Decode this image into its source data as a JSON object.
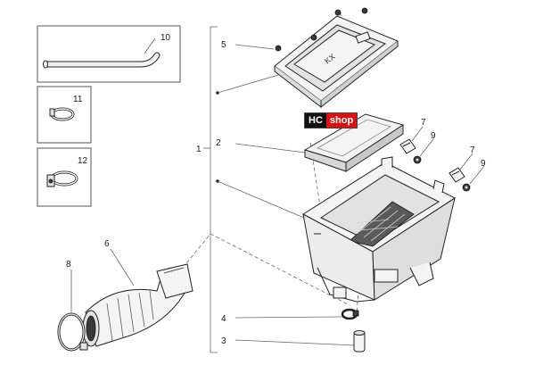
{
  "callouts": {
    "c1": "1",
    "c2": "2",
    "c3": "3",
    "c4": "4",
    "c5": "5",
    "c6": "6",
    "c7a": "7",
    "c7b": "7",
    "c8": "8",
    "c9a": "9",
    "c9b": "9",
    "c10": "10",
    "c11": "11",
    "c12": "12"
  },
  "watermark": {
    "text": "HC",
    "text_accent": "shop",
    "accent_color": "#e01010"
  }
}
